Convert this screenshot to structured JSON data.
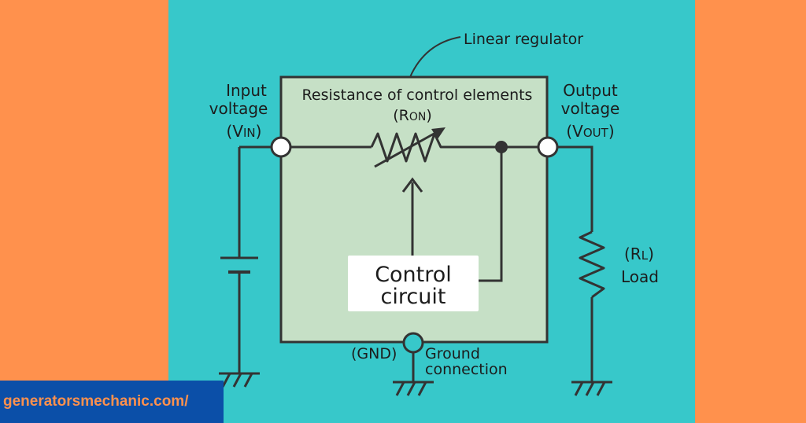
{
  "colors": {
    "outer_background": "#FF914D",
    "panel_background": "#37C8CA",
    "regulator_box": "#C6E0C6",
    "wire": "#333333",
    "banner_background": "#0B4FA8",
    "banner_text": "#FF914D"
  },
  "diagram": {
    "regulator_label": "Linear regulator",
    "resistance_label": "Resistance of control elements",
    "ron_label": {
      "text": "(R",
      "sub": "ON",
      "close": ")"
    },
    "input": {
      "line1": "Input",
      "line2": "voltage",
      "symbol": "(V",
      "sub": "IN",
      "close": ")"
    },
    "output": {
      "line1": "Output",
      "line2": "voltage",
      "symbol": "(V",
      "sub": "OUT",
      "close": ")"
    },
    "control_circuit": {
      "line1": "Control",
      "line2": "circuit"
    },
    "load": {
      "symbol": "(R",
      "sub": "L",
      "close": ")",
      "label": "Load"
    },
    "gnd_label": "(GND)",
    "ground": {
      "line1": "Ground",
      "line2": "connection"
    }
  },
  "banner": {
    "url": "generatorsmechanic.com/"
  }
}
